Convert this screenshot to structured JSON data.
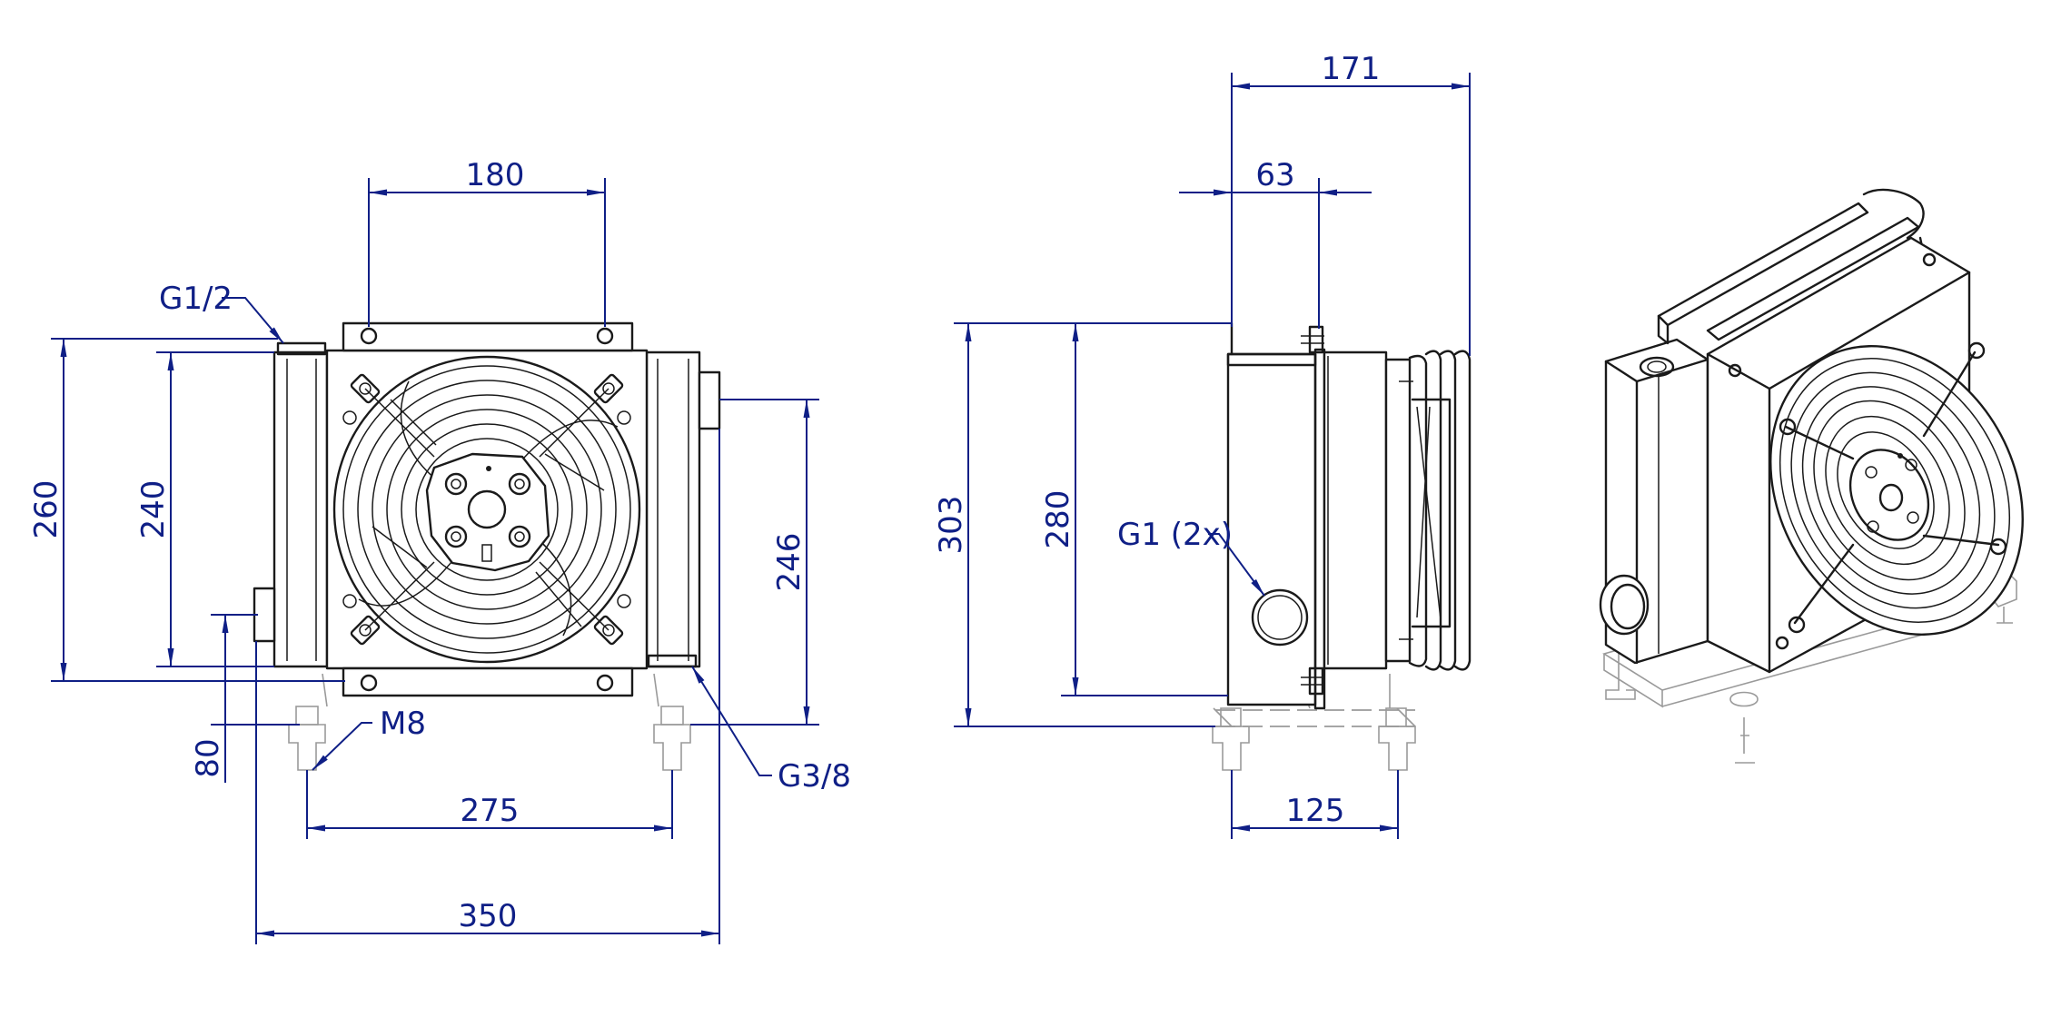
{
  "colors": {
    "dimension": "#0f1f86",
    "part_line": "#1a1a1a",
    "ghost_line": "#9a9a9a",
    "background": "#ffffff"
  },
  "front_view": {
    "width_top": "180",
    "height_outer": "260",
    "height_inner": "240",
    "height_right": "246",
    "port_top_left": "G1/2",
    "port_bottom_right": "G3/8",
    "mount_thread": "M8",
    "port_height": "80",
    "mount_spacing": "275",
    "overall_width": "350"
  },
  "side_view": {
    "overall_depth": "171",
    "flange_offset": "63",
    "overall_height": "303",
    "body_height": "280",
    "main_ports": "G1 (2x)",
    "mount_spacing": "125"
  }
}
